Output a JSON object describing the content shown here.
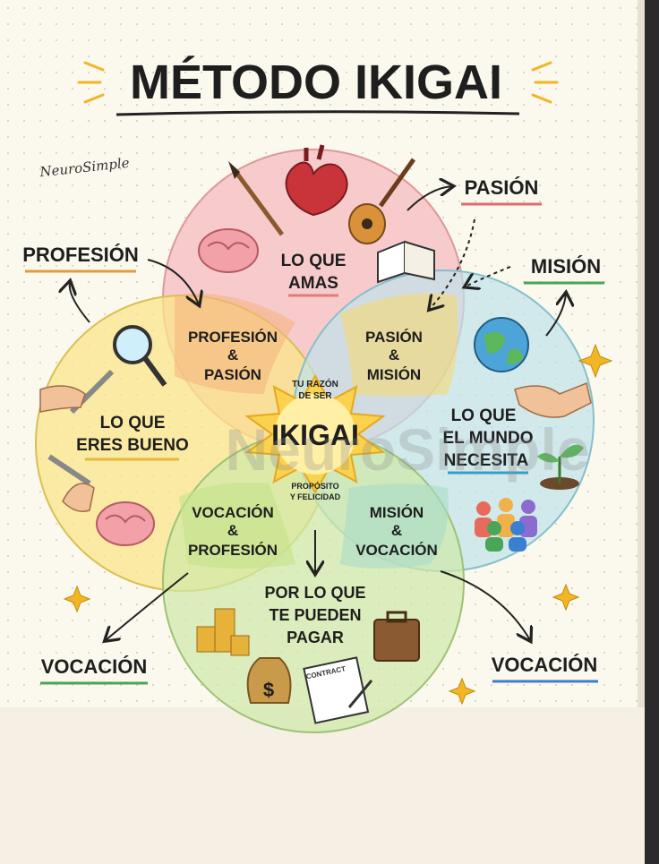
{
  "title": "MÉTODO IKIGAI",
  "brand": "NeuroSimple",
  "watermark": "NeuroSimple",
  "center": {
    "top": "TU RAZÓN DE SER",
    "main": "IKIGAI",
    "bottom": "PROPÓSITO Y FELICIDAD"
  },
  "circles": {
    "amas": "LO QUE AMAS",
    "bueno": "LO QUE ERES BUENO",
    "mundo": "LO QUE EL MUNDO NECESITA",
    "pagar": "POR LO QUE TE PUEDEN PAGAR"
  },
  "intersections": {
    "profesion_pasion": "PROFESIÓN & PASIÓN",
    "pasion_mision": "PASIÓN & MISIÓN",
    "vocacion_profesion": "VOCACIÓN & PROFESIÓN",
    "mision_vocacion": "MISIÓN & VOCACIÓN"
  },
  "outer_labels": {
    "pasion": "PASIÓN",
    "mision": "MISIÓN",
    "profesion": "PROFESIÓN",
    "vocacion_left": "VOCACIÓN",
    "vocacion_right": "VOCACIÓN"
  },
  "icons": {
    "contract": "CONTRACT",
    "dollar": "$"
  },
  "colors": {
    "pink": "#f6c3c4",
    "yellow": "#f9e58a",
    "blue": "#bfe3ea",
    "green": "#cfe8a8",
    "center": "#fbd24d"
  }
}
